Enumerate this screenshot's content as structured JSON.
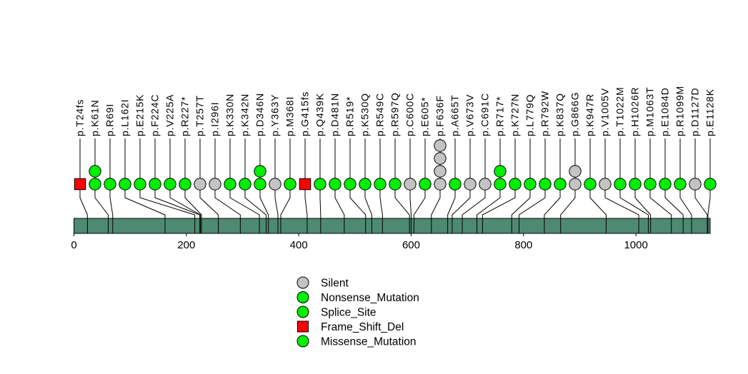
{
  "chart_data": {
    "type": "lollipop",
    "title": "",
    "protein_length": 1132,
    "bar_color": "#4E8A72",
    "line_color": "#000000",
    "axis": {
      "ticks": [
        0,
        200,
        400,
        600,
        800,
        1000
      ]
    },
    "mutations": [
      {
        "label": "p.T24fs",
        "position": 24,
        "count": 1,
        "shape": "square",
        "color": "#FF0000",
        "type": "Frame_Shift_Del"
      },
      {
        "label": "p.K61N",
        "position": 61,
        "count": 2,
        "shape": "circle",
        "color": "#00EE00",
        "type": "Missense_Mutation"
      },
      {
        "label": "p.R69I",
        "position": 69,
        "count": 1,
        "shape": "circle",
        "color": "#00EE00",
        "type": "Missense_Mutation"
      },
      {
        "label": "p.L162I",
        "position": 162,
        "count": 1,
        "shape": "circle",
        "color": "#00EE00",
        "type": "Missense_Mutation"
      },
      {
        "label": "p.E215K",
        "position": 215,
        "count": 1,
        "shape": "circle",
        "color": "#00EE00",
        "type": "Missense_Mutation"
      },
      {
        "label": "p.F224C",
        "position": 224,
        "count": 1,
        "shape": "circle",
        "color": "#00EE00",
        "type": "Missense_Mutation"
      },
      {
        "label": "p.V225A",
        "position": 225,
        "count": 1,
        "shape": "circle",
        "color": "#00EE00",
        "type": "Missense_Mutation"
      },
      {
        "label": "p.R227*",
        "position": 227,
        "count": 1,
        "shape": "circle",
        "color": "#00EE00",
        "type": "Nonsense_Mutation"
      },
      {
        "label": "p.T257T",
        "position": 257,
        "count": 1,
        "shape": "circle",
        "color": "#C3C3C3",
        "type": "Silent"
      },
      {
        "label": "p.I296I",
        "position": 296,
        "count": 1,
        "shape": "circle",
        "color": "#C3C3C3",
        "type": "Silent"
      },
      {
        "label": "p.K330N",
        "position": 330,
        "count": 1,
        "shape": "circle",
        "color": "#00EE00",
        "type": "Missense_Mutation"
      },
      {
        "label": "p.K342N",
        "position": 342,
        "count": 1,
        "shape": "circle",
        "color": "#00EE00",
        "type": "Missense_Mutation"
      },
      {
        "label": "p.D346N",
        "position": 346,
        "count": 2,
        "shape": "circle",
        "color": "#00EE00",
        "type": "Missense_Mutation"
      },
      {
        "label": "p.Y363Y",
        "position": 363,
        "count": 1,
        "shape": "circle",
        "color": "#C3C3C3",
        "type": "Silent"
      },
      {
        "label": "p.M368I",
        "position": 368,
        "count": 1,
        "shape": "circle",
        "color": "#00EE00",
        "type": "Missense_Mutation"
      },
      {
        "label": "p.G415fs",
        "position": 415,
        "count": 1,
        "shape": "square",
        "color": "#FF0000",
        "type": "Frame_Shift_Del"
      },
      {
        "label": "p.Q439K",
        "position": 439,
        "count": 1,
        "shape": "circle",
        "color": "#00EE00",
        "type": "Missense_Mutation"
      },
      {
        "label": "p.D481N",
        "position": 481,
        "count": 1,
        "shape": "circle",
        "color": "#00EE00",
        "type": "Missense_Mutation"
      },
      {
        "label": "p.R519*",
        "position": 519,
        "count": 1,
        "shape": "circle",
        "color": "#00EE00",
        "type": "Nonsense_Mutation"
      },
      {
        "label": "p.K530Q",
        "position": 530,
        "count": 1,
        "shape": "circle",
        "color": "#00EE00",
        "type": "Missense_Mutation"
      },
      {
        "label": "p.R549C",
        "position": 549,
        "count": 1,
        "shape": "circle",
        "color": "#00EE00",
        "type": "Missense_Mutation"
      },
      {
        "label": "p.R597Q",
        "position": 597,
        "count": 1,
        "shape": "circle",
        "color": "#00EE00",
        "type": "Missense_Mutation"
      },
      {
        "label": "p.C600C",
        "position": 600,
        "count": 1,
        "shape": "circle",
        "color": "#C3C3C3",
        "type": "Silent"
      },
      {
        "label": "p.E605*",
        "position": 605,
        "count": 1,
        "shape": "circle",
        "color": "#00EE00",
        "type": "Nonsense_Mutation"
      },
      {
        "label": "p.F636F",
        "position": 636,
        "count": 4,
        "shape": "circle",
        "color": "#C3C3C3",
        "type": "Silent"
      },
      {
        "label": "p.A665T",
        "position": 665,
        "count": 1,
        "shape": "circle",
        "color": "#00EE00",
        "type": "Missense_Mutation"
      },
      {
        "label": "p.V673V",
        "position": 673,
        "count": 1,
        "shape": "circle",
        "color": "#C3C3C3",
        "type": "Silent"
      },
      {
        "label": "p.C691C",
        "position": 691,
        "count": 1,
        "shape": "circle",
        "color": "#C3C3C3",
        "type": "Silent"
      },
      {
        "label": "p.R717*",
        "position": 717,
        "count": 2,
        "shape": "circle",
        "color": "#00EE00",
        "type": "Nonsense_Mutation"
      },
      {
        "label": "p.K727N",
        "position": 727,
        "count": 1,
        "shape": "circle",
        "color": "#00EE00",
        "type": "Missense_Mutation"
      },
      {
        "label": "p.L779Q",
        "position": 779,
        "count": 1,
        "shape": "circle",
        "color": "#00EE00",
        "type": "Missense_Mutation"
      },
      {
        "label": "p.R792W",
        "position": 792,
        "count": 1,
        "shape": "circle",
        "color": "#00EE00",
        "type": "Missense_Mutation"
      },
      {
        "label": "p.K837Q",
        "position": 837,
        "count": 1,
        "shape": "circle",
        "color": "#00EE00",
        "type": "Missense_Mutation"
      },
      {
        "label": "p.G866G",
        "position": 866,
        "count": 2,
        "shape": "circle",
        "color": "#C3C3C3",
        "type": "Silent"
      },
      {
        "label": "p.K947R",
        "position": 947,
        "count": 1,
        "shape": "circle",
        "color": "#00EE00",
        "type": "Missense_Mutation"
      },
      {
        "label": "p.V1005V",
        "position": 1005,
        "count": 1,
        "shape": "circle",
        "color": "#C3C3C3",
        "type": "Silent"
      },
      {
        "label": "p.T1022M",
        "position": 1022,
        "count": 1,
        "shape": "circle",
        "color": "#00EE00",
        "type": "Missense_Mutation"
      },
      {
        "label": "p.H1026R",
        "position": 1026,
        "count": 1,
        "shape": "circle",
        "color": "#00EE00",
        "type": "Missense_Mutation"
      },
      {
        "label": "p.M1063T",
        "position": 1063,
        "count": 1,
        "shape": "circle",
        "color": "#00EE00",
        "type": "Missense_Mutation"
      },
      {
        "label": "p.E1084D",
        "position": 1084,
        "count": 1,
        "shape": "circle",
        "color": "#00EE00",
        "type": "Missense_Mutation"
      },
      {
        "label": "p.R1099M",
        "position": 1099,
        "count": 1,
        "shape": "circle",
        "color": "#00EE00",
        "type": "Missense_Mutation"
      },
      {
        "label": "p.D1127D",
        "position": 1127,
        "count": 1,
        "shape": "circle",
        "color": "#C3C3C3",
        "type": "Silent"
      },
      {
        "label": "p.E1128K",
        "position": 1128,
        "count": 1,
        "shape": "circle",
        "color": "#00EE00",
        "type": "Missense_Mutation"
      }
    ],
    "legend": [
      {
        "label": "Silent",
        "shape": "circle",
        "color": "#C3C3C3"
      },
      {
        "label": "Nonsense_Mutation",
        "shape": "circle",
        "color": "#00EE00"
      },
      {
        "label": "Splice_Site",
        "shape": "circle",
        "color": "#00EE00"
      },
      {
        "label": "Frame_Shift_Del",
        "shape": "square",
        "color": "#FF0000"
      },
      {
        "label": "Missense_Mutation",
        "shape": "circle",
        "color": "#00EE00"
      }
    ]
  }
}
